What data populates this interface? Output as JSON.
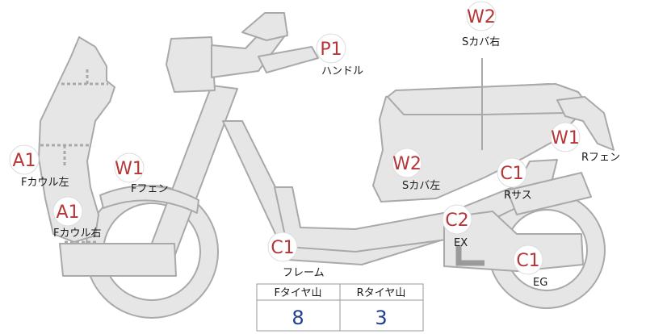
{
  "parts": [
    {
      "id": "handle",
      "code": "P1",
      "label": "ハンドル"
    },
    {
      "id": "seat_cover_right",
      "code": "W2",
      "label": "Sカバ右"
    },
    {
      "id": "rear_fender",
      "code": "W1",
      "label": "Rフェン"
    },
    {
      "id": "front_cowl_left",
      "code": "A1",
      "label": "Fカウル左"
    },
    {
      "id": "front_fender",
      "code": "W1",
      "label": "Fフェン"
    },
    {
      "id": "seat_cover_left",
      "code": "W2",
      "label": "Sカバ左"
    },
    {
      "id": "rear_suspension",
      "code": "C1",
      "label": "Rサス"
    },
    {
      "id": "front_cowl_right",
      "code": "A1",
      "label": "Fカウル右"
    },
    {
      "id": "exhaust",
      "code": "C2",
      "label": "EX"
    },
    {
      "id": "frame",
      "code": "C1",
      "label": "フレーム"
    },
    {
      "id": "engine",
      "code": "C1",
      "label": "EG"
    }
  ],
  "tread_table": {
    "headers": [
      "Fタイヤ山",
      "Rタイヤ山"
    ],
    "values": [
      "8",
      "3"
    ]
  },
  "colors": {
    "code": "#b53636",
    "part_fill": "#e6e6e6",
    "part_stroke": "#a9a9a9",
    "table_value": "#1f3f8f"
  }
}
